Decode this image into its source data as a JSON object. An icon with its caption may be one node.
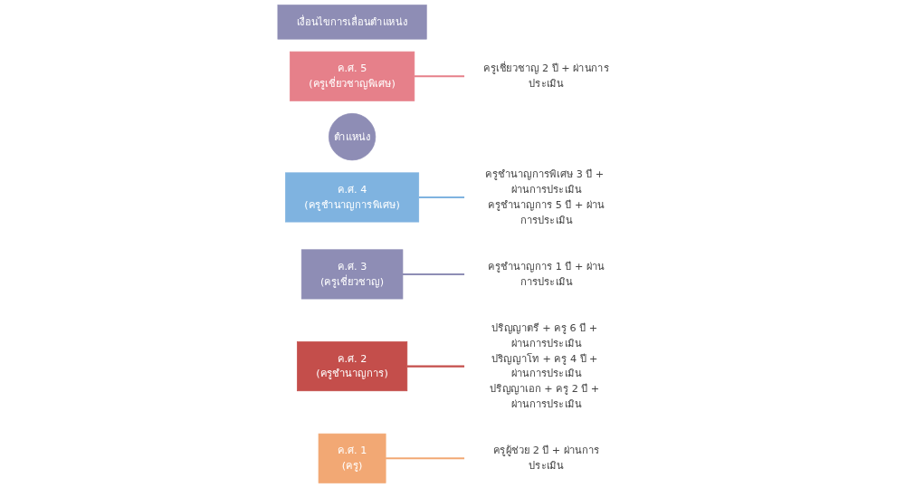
{
  "diagram": {
    "nodes": [
      {
        "text": [
          "เงื่อนไขการเลื่อนตำแหน่ง"
        ]
      },
      {
        "text": [
          "ค.ศ. 5",
          "(ครูเชี่ยวชาญพิเศษ)"
        ]
      },
      {
        "text": [
          "ครูเชี่ยวชาญ 2 ปี + ผ่านการประเมิน"
        ]
      },
      {
        "text": [
          "ตำแหน่ง"
        ]
      },
      {
        "text": [
          "ค.ศ. 4",
          "(ครูชำนาญการพิเศษ)"
        ]
      },
      {
        "text": [
          "ครูชำนาญการพิเศษ 3 ปี + ผ่านการประเมิน",
          "ครูชำนาญการ 5 ปี + ผ่านการประเมิน"
        ]
      },
      {
        "text": [
          "ค.ศ. 3",
          "(ครูเชี่ยวชาญ)"
        ]
      },
      {
        "text": [
          "ครูชำนาญการ 1 ปี + ผ่านการประเมิน"
        ]
      },
      {
        "text": [
          "ค.ศ. 2",
          "(ครูชำนาญการ)"
        ]
      },
      {
        "text": [
          "ปริญญาตรี + ครู 6 ปี + ผ่านการประเมิน",
          "ปริญญาโท + ครู 4 ปี + ผ่านการประเมิน",
          "ปริญญาเอก + ครู 2 ปี + ผ่านการประเมิน"
        ]
      },
      {
        "text": [
          "ค.ศ. 1",
          "(ครู)"
        ]
      },
      {
        "text": [
          "ครูผู้ช่วย 2 ปี + ผ่านการประเมิน"
        ]
      }
    ],
    "edges": [
      {
        "from": 1,
        "to": 2,
        "arrow": "none",
        "color": "#e6808a"
      },
      {
        "from": 4,
        "to": 5,
        "arrow": "none",
        "color": "#7fb3e0"
      },
      {
        "from": 6,
        "to": 7,
        "arrow": "none",
        "color": "#8e8db5"
      },
      {
        "from": 8,
        "to": 9,
        "arrow": "none",
        "color": "#c44e4b"
      },
      {
        "from": 10,
        "to": 11,
        "arrow": "none",
        "color": "#f2a874"
      }
    ]
  }
}
